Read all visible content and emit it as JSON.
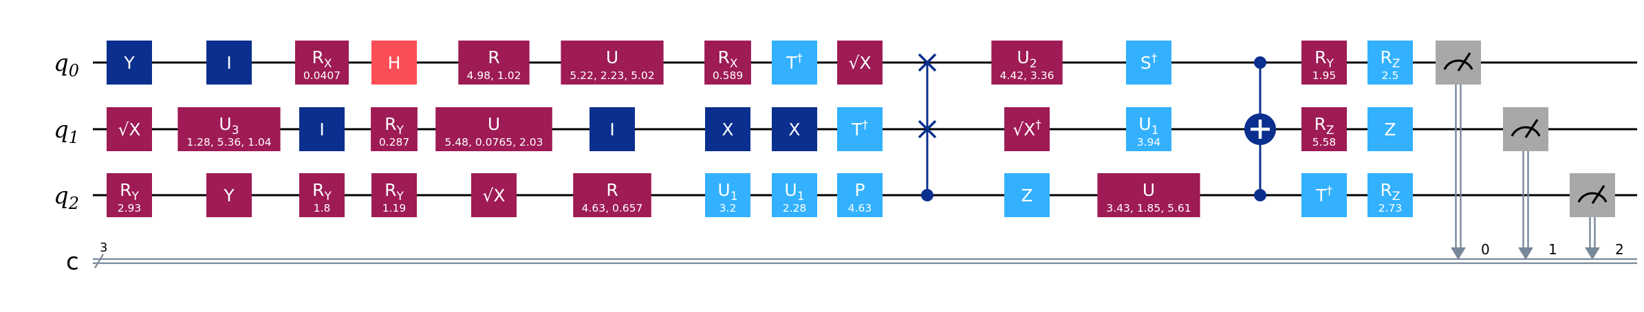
{
  "colors": {
    "param_gate": "#9e1b55",
    "pauli_gate": "#0b2f8f",
    "clifford_gate": "#33b1ff",
    "hadamard_gate": "#fa4d56",
    "measure_gate": "#a8a8a8",
    "control": "#0b2f8f",
    "quantum_wire": "#000000",
    "classical_wire": "#778899",
    "text_on_gate": "#ffffff"
  },
  "qubits": [
    {
      "name": "q",
      "index": "0"
    },
    {
      "name": "q",
      "index": "1"
    },
    {
      "name": "q",
      "index": "2"
    }
  ],
  "classical_register": {
    "name": "c",
    "size": "3",
    "bits": [
      "0",
      "1",
      "2"
    ]
  },
  "gates": [
    {
      "q": 0,
      "col": 0,
      "kind": "pauli",
      "title": "Y"
    },
    {
      "q": 0,
      "col": 1,
      "kind": "pauli",
      "title": "I"
    },
    {
      "q": 0,
      "col": 2,
      "kind": "param",
      "title": "R",
      "sub": "X",
      "param": "0.0407"
    },
    {
      "q": 0,
      "col": 3,
      "kind": "hadamard",
      "title": "H"
    },
    {
      "q": 0,
      "col": 4,
      "kind": "param",
      "title": "R",
      "param": "4.98, 1.02"
    },
    {
      "q": 0,
      "col": 5,
      "kind": "param",
      "title": "U",
      "param": "5.22, 2.23, 5.02"
    },
    {
      "q": 0,
      "col": 6,
      "kind": "param",
      "title": "R",
      "sub": "X",
      "param": "0.589"
    },
    {
      "q": 0,
      "col": 7,
      "kind": "clifford",
      "title": "T",
      "sup": "†"
    },
    {
      "q": 0,
      "col": 8,
      "kind": "param",
      "title": "√X"
    },
    {
      "q": 0,
      "col": 10,
      "kind": "param",
      "title": "U",
      "sub": "2",
      "param": "4.42, 3.36"
    },
    {
      "q": 0,
      "col": 11,
      "kind": "clifford",
      "title": "S",
      "sup": "†"
    },
    {
      "q": 0,
      "col": 13,
      "kind": "param",
      "title": "R",
      "sub": "Y",
      "param": "1.95"
    },
    {
      "q": 0,
      "col": 14,
      "kind": "clifford",
      "title": "R",
      "sub": "Z",
      "param": "2.5"
    },
    {
      "q": 1,
      "col": 0,
      "kind": "param",
      "title": "√X"
    },
    {
      "q": 1,
      "col": 1,
      "kind": "param",
      "title": "U",
      "sub": "3",
      "param": "1.28, 5.36, 1.04"
    },
    {
      "q": 1,
      "col": 2,
      "kind": "pauli",
      "title": "I"
    },
    {
      "q": 1,
      "col": 3,
      "kind": "param",
      "title": "R",
      "sub": "Y",
      "param": "0.287"
    },
    {
      "q": 1,
      "col": 4,
      "kind": "param",
      "title": "U",
      "param": "5.48, 0.0765, 2.03"
    },
    {
      "q": 1,
      "col": 5,
      "kind": "pauli",
      "title": "I"
    },
    {
      "q": 1,
      "col": 6,
      "kind": "pauli",
      "title": "X"
    },
    {
      "q": 1,
      "col": 7,
      "kind": "pauli",
      "title": "X"
    },
    {
      "q": 1,
      "col": 8,
      "kind": "clifford",
      "title": "T",
      "sup": "†"
    },
    {
      "q": 1,
      "col": 10,
      "kind": "param",
      "title": "√X",
      "sup": "†"
    },
    {
      "q": 1,
      "col": 11,
      "kind": "clifford",
      "title": "U",
      "sub": "1",
      "param": "3.94"
    },
    {
      "q": 1,
      "col": 13,
      "kind": "param",
      "title": "R",
      "sub": "Z",
      "param": "5.58"
    },
    {
      "q": 1,
      "col": 14,
      "kind": "clifford",
      "title": "Z"
    },
    {
      "q": 2,
      "col": 0,
      "kind": "param",
      "title": "R",
      "sub": "Y",
      "param": "2.93"
    },
    {
      "q": 2,
      "col": 1,
      "kind": "param",
      "title": "Y"
    },
    {
      "q": 2,
      "col": 2,
      "kind": "param",
      "title": "R",
      "sub": "Y",
      "param": "1.8"
    },
    {
      "q": 2,
      "col": 3,
      "kind": "param",
      "title": "R",
      "sub": "Y",
      "param": "1.19"
    },
    {
      "q": 2,
      "col": 4,
      "kind": "param",
      "title": "√X"
    },
    {
      "q": 2,
      "col": 5,
      "kind": "param",
      "title": "R",
      "param": "4.63, 0.657"
    },
    {
      "q": 2,
      "col": 6,
      "kind": "clifford",
      "title": "U",
      "sub": "1",
      "param": "3.2"
    },
    {
      "q": 2,
      "col": 7,
      "kind": "clifford",
      "title": "U",
      "sub": "1",
      "param": "2.28"
    },
    {
      "q": 2,
      "col": 8,
      "kind": "clifford",
      "title": "P",
      "param": "4.63"
    },
    {
      "q": 2,
      "col": 10,
      "kind": "clifford",
      "title": "Z"
    },
    {
      "q": 2,
      "col": 11,
      "kind": "param",
      "title": "U",
      "param": "3.43, 1.85, 5.61"
    },
    {
      "q": 2,
      "col": 13,
      "kind": "clifford",
      "title": "T",
      "sup": "†"
    },
    {
      "q": 2,
      "col": 14,
      "kind": "clifford",
      "title": "R",
      "sub": "Z",
      "param": "2.73"
    }
  ],
  "multi_qubit_ops": [
    {
      "type": "cswap",
      "col": 9,
      "control": 2,
      "targets": [
        0,
        1
      ]
    },
    {
      "type": "ccx",
      "col": 12,
      "controls": [
        0,
        2
      ],
      "target": 1
    }
  ],
  "measurements": [
    {
      "q": 0,
      "clbit": "0",
      "col": 15
    },
    {
      "q": 1,
      "clbit": "1",
      "col": 16
    },
    {
      "q": 2,
      "clbit": "2",
      "col": 17
    }
  ]
}
